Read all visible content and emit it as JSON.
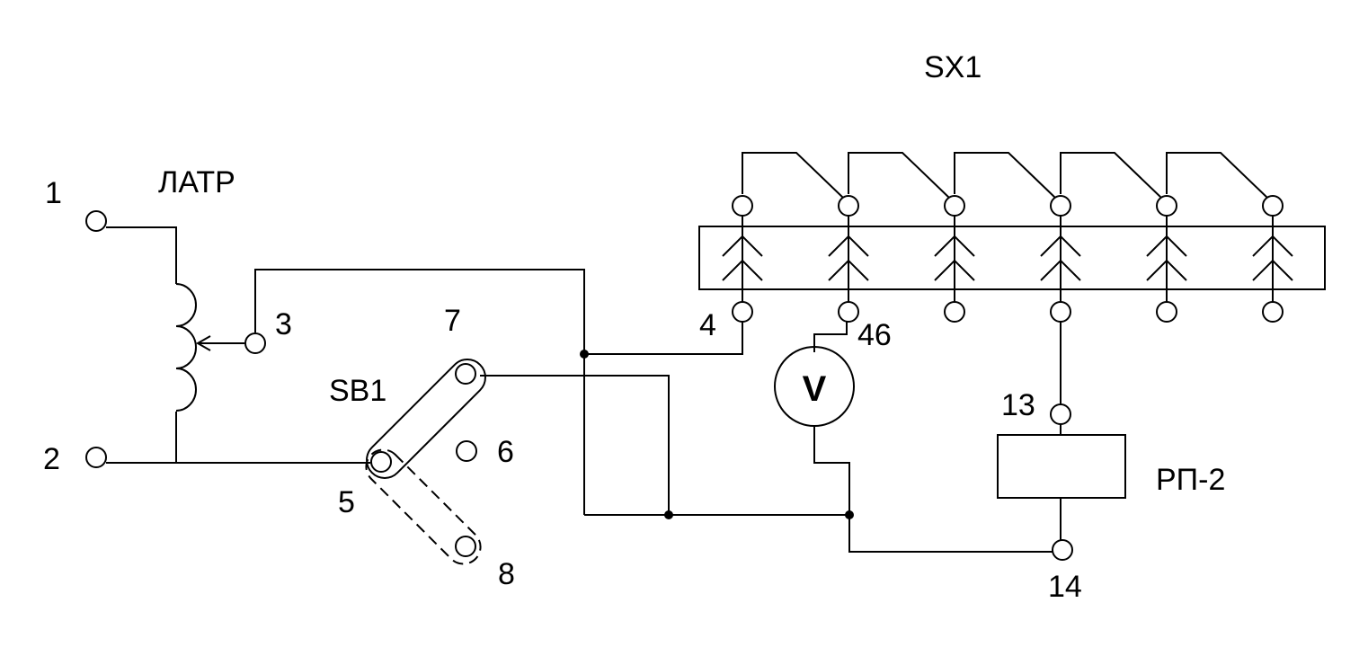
{
  "labels": {
    "sx1": "SX1",
    "latr": "ЛАТР",
    "sb1": "SB1",
    "rp2": "РП-2",
    "voltmeter": "V",
    "t1": "1",
    "t2": "2",
    "t3": "3",
    "t4": "4",
    "t46": "46",
    "t5": "5",
    "t6": "6",
    "t7": "7",
    "t8": "8",
    "t13": "13",
    "t14": "14"
  }
}
